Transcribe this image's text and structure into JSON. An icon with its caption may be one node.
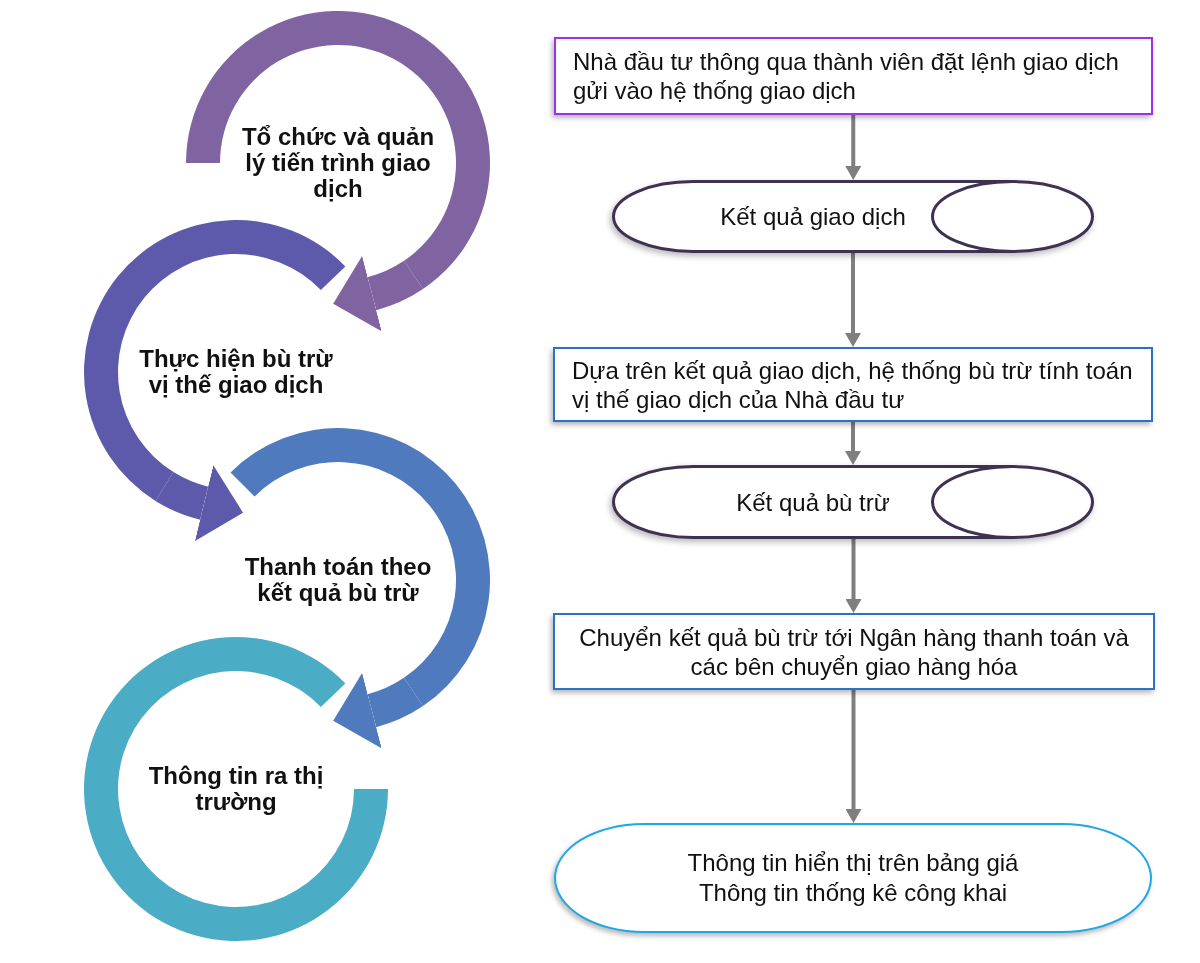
{
  "diagram": {
    "nodes": [
      {
        "text": [
          "Tổ chức và quản lý tiến trình giao dịch"
        ]
      },
      {
        "text": [
          "Thực hiện bù trừ vị thế giao dịch"
        ]
      },
      {
        "text": [
          "Thanh toán theo kết quả bù trừ"
        ]
      },
      {
        "text": [
          "Thông tin ra thị trường"
        ]
      },
      {
        "text": [
          "Nhà đầu tư thông qua thành viên đặt lệnh giao dịch gửi vào hệ thống giao dịch"
        ]
      },
      {
        "text": [
          "Kết quả giao dịch"
        ]
      },
      {
        "text": [
          "Dựa trên kết quả giao dịch, hệ thống bù trừ tính toán vị thế giao dịch của Nhà đầu tư"
        ]
      },
      {
        "text": [
          "Kết quả bù trừ"
        ]
      },
      {
        "text": [
          "Chuyển kết quả bù trừ tới Ngân hàng thanh toán và các bên chuyển giao hàng hóa"
        ]
      },
      {
        "text": [
          "Thông tin hiển thị trên bảng giá",
          "Thông tin thống kê công khai"
        ]
      }
    ],
    "edges": [
      {
        "from": 0,
        "to": 1,
        "arrow": "to",
        "style": "thick",
        "color": "#8064a2"
      },
      {
        "from": 1,
        "to": 2,
        "arrow": "to",
        "style": "thick",
        "color": "#5e5aab"
      },
      {
        "from": 2,
        "to": 3,
        "arrow": "to",
        "style": "thick",
        "color": "#4f7bbe"
      },
      {
        "from": 4,
        "to": 5,
        "arrow": "to"
      },
      {
        "from": 5,
        "to": 6,
        "arrow": "to"
      },
      {
        "from": 6,
        "to": 7,
        "arrow": "to"
      },
      {
        "from": 7,
        "to": 8,
        "arrow": "to"
      },
      {
        "from": 8,
        "to": 9,
        "arrow": "to"
      }
    ]
  }
}
